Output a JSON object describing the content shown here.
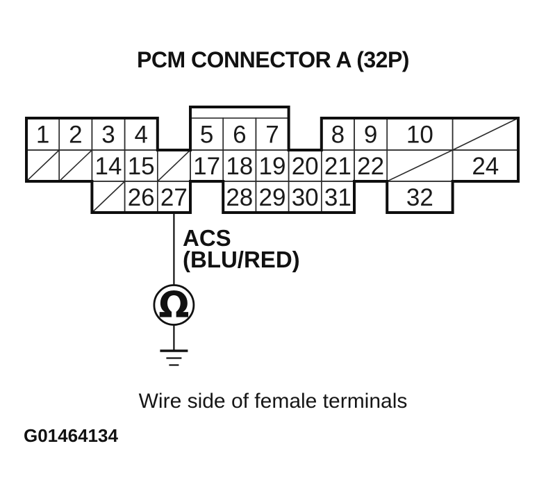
{
  "title": "PCM CONNECTOR A (32P)",
  "connector": {
    "name": "PCM Connector A",
    "positions": "32P",
    "rows": [
      {
        "cells": [
          {
            "col": 0,
            "span": 1,
            "label": "1"
          },
          {
            "col": 1,
            "span": 1,
            "label": "2"
          },
          {
            "col": 2,
            "span": 1,
            "label": "3"
          },
          {
            "col": 3,
            "span": 1,
            "label": "4"
          },
          {
            "col": 5,
            "span": 1,
            "label": "5"
          },
          {
            "col": 6,
            "span": 1,
            "label": "6"
          },
          {
            "col": 7,
            "span": 1,
            "label": "7"
          },
          {
            "col": 9,
            "span": 1,
            "label": "8"
          },
          {
            "col": 10,
            "span": 1,
            "label": "9"
          },
          {
            "col": 11,
            "span": 2,
            "label": "10"
          },
          {
            "col": 13,
            "span": 2,
            "diagonal": true
          }
        ]
      },
      {
        "cells": [
          {
            "col": 0,
            "span": 1,
            "diagonal": true
          },
          {
            "col": 1,
            "span": 1,
            "diagonal": true
          },
          {
            "col": 2,
            "span": 1,
            "label": "14"
          },
          {
            "col": 3,
            "span": 1,
            "label": "15"
          },
          {
            "col": 4,
            "span": 1,
            "diagonal": true
          },
          {
            "col": 5,
            "span": 1,
            "label": "17"
          },
          {
            "col": 6,
            "span": 1,
            "label": "18"
          },
          {
            "col": 7,
            "span": 1,
            "label": "19"
          },
          {
            "col": 8,
            "span": 1,
            "label": "20"
          },
          {
            "col": 9,
            "span": 1,
            "label": "21"
          },
          {
            "col": 10,
            "span": 1,
            "label": "22"
          },
          {
            "col": 11,
            "span": 2,
            "diagonal": true
          },
          {
            "col": 13,
            "span": 2,
            "label": "24"
          }
        ]
      },
      {
        "cells": [
          {
            "col": 2,
            "span": 1,
            "diagonal": true
          },
          {
            "col": 3,
            "span": 1,
            "label": "26"
          },
          {
            "col": 4,
            "span": 1,
            "label": "27"
          },
          {
            "col": 6,
            "span": 1,
            "label": "28"
          },
          {
            "col": 7,
            "span": 1,
            "label": "29"
          },
          {
            "col": 8,
            "span": 1,
            "label": "30"
          },
          {
            "col": 9,
            "span": 1,
            "label": "31"
          },
          {
            "col": 11,
            "span": 2,
            "label": "32"
          }
        ]
      }
    ]
  },
  "wire": {
    "signal": "ACS",
    "color": "(BLU/RED)",
    "from_pin": "27"
  },
  "meter": {
    "symbol": "Ω"
  },
  "caption": "Wire side of female terminals",
  "figure_id": "G01464134",
  "colors": {
    "ink": "#111111",
    "background": "#ffffff"
  }
}
